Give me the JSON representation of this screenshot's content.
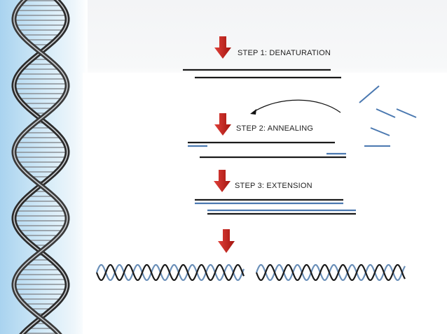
{
  "steps": [
    {
      "label": "STEP 1: DENATURATION"
    },
    {
      "label": "STEP 2: ANNEALING"
    },
    {
      "label": "STEP 3: EXTENSION"
    }
  ],
  "colors": {
    "arrow": "#c0201e",
    "strand": "#1a1a1a",
    "primer": "#4a78b0",
    "helix_blue": "#6a8fb8",
    "left_strip": "#a9d3ef"
  },
  "icons": [
    "down-arrow-icon",
    "curved-arrow-icon",
    "dna-helix-icon"
  ]
}
